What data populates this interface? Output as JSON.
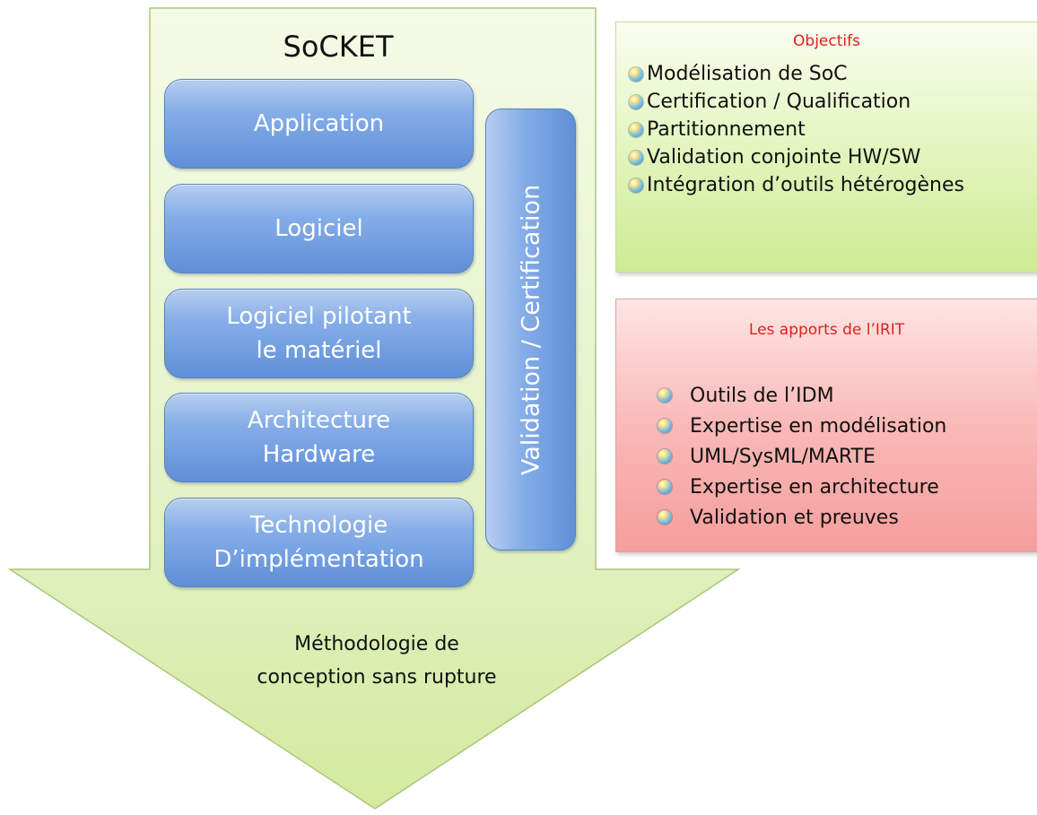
{
  "diagram": {
    "title": "SoCKET",
    "layers": [
      {
        "label": "Application"
      },
      {
        "label": "Logiciel"
      },
      {
        "label": "Logiciel pilotant\nle matériel"
      },
      {
        "label": "Architecture\nHardware"
      },
      {
        "label": "Technologie\nD’implémentation"
      }
    ],
    "side_bar": {
      "label": "Validation / Certification"
    },
    "arrow_caption": "Méthodologie de\nconception sans rupture"
  },
  "objectives": {
    "title": "Objectifs",
    "items": [
      "Modélisation de SoC",
      "Certification / Qualification",
      "Partitionnement",
      "Validation conjointe HW/SW",
      "Intégration d’outils hétérogènes"
    ]
  },
  "contributions": {
    "title": "Les apports de l’IRIT",
    "items": [
      "Outils de l’IDM",
      "Expertise en modélisation",
      "UML/SysML/MARTE",
      "Expertise en architecture",
      "Validation et preuves"
    ]
  },
  "colors": {
    "arrow_fill": "#e4f2c6",
    "arrow_stroke": "#a9c77a",
    "layer_blue": "#6f9be0",
    "objectives_green": "#d8efa8",
    "contributions_red": "#f8aeac",
    "panel_title_red": "#e0201c"
  },
  "icons": {
    "bullet": "globe-bullet-icon"
  }
}
